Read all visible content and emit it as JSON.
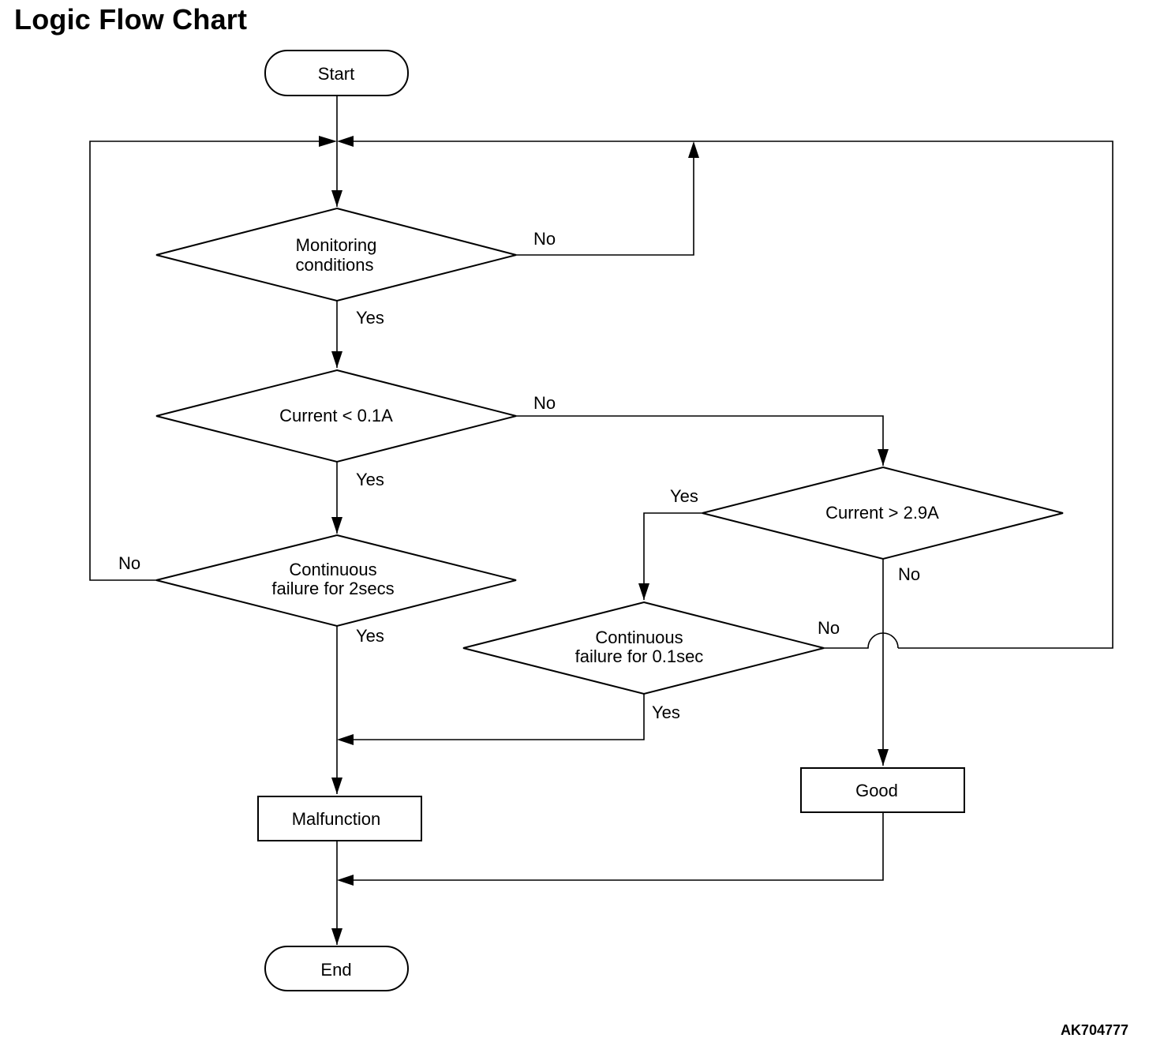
{
  "title": "Logic Flow Chart",
  "figure_id": "AK704777",
  "nodes": {
    "start": "Start",
    "monitoring": [
      "Monitoring",
      "conditions"
    ],
    "current_low": "Current < 0.1A",
    "cont_2s": [
      "Continuous",
      "failure for 2secs"
    ],
    "current_high": "Current > 2.9A",
    "cont_01s": [
      "Continuous",
      "failure for 0.1sec"
    ],
    "malfunction": "Malfunction",
    "good": "Good",
    "end": "End"
  },
  "edge_labels": {
    "monitoring_no": "No",
    "monitoring_yes": "Yes",
    "current_low_no": "No",
    "current_low_yes": "Yes",
    "cont_2s_no": "No",
    "cont_2s_yes": "Yes",
    "current_high_yes": "Yes",
    "current_high_no": "No",
    "cont_01s_no": "No",
    "cont_01s_yes": "Yes"
  }
}
